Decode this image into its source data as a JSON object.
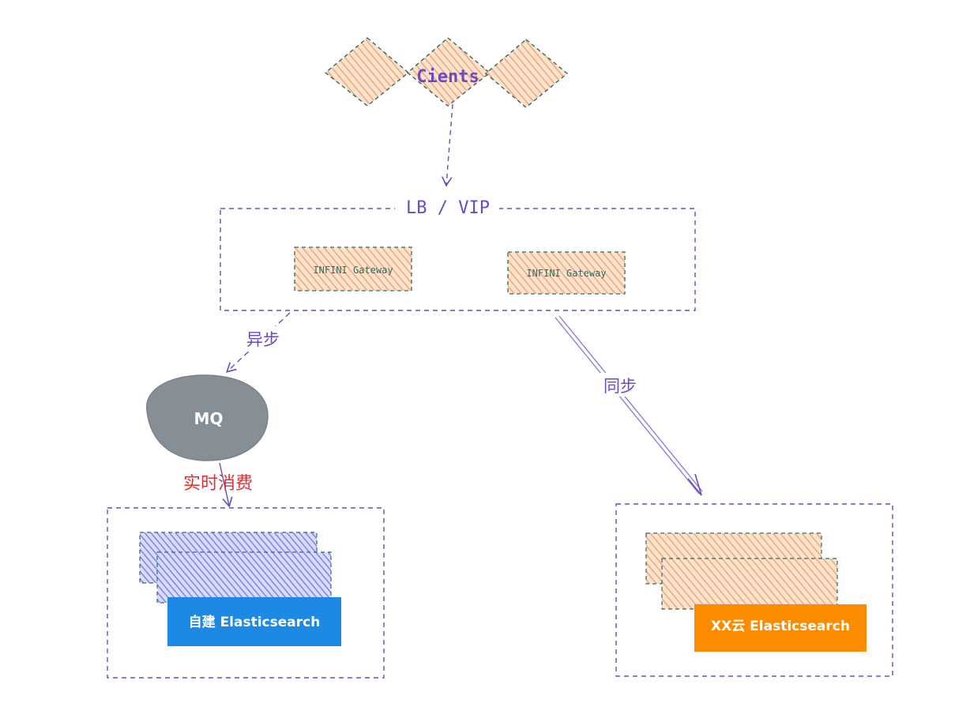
{
  "clients": {
    "label": "Cients"
  },
  "lb": {
    "label": "LB / VIP"
  },
  "gateways": [
    {
      "label": "INFINI Gateway"
    },
    {
      "label": "INFINI Gateway"
    }
  ],
  "edges": {
    "async_label": "异步",
    "sync_label": "同步",
    "consume_label": "实时消费"
  },
  "mq": {
    "label": "MQ"
  },
  "clusters": {
    "self_hosted": {
      "label": "自建 Elasticsearch"
    },
    "cloud": {
      "label": "XX云 Elasticsearch"
    }
  },
  "colors": {
    "purple": "#6a4bc4",
    "orange_fill": "#f5b88a",
    "teal_stroke": "#2e6b6b",
    "blue_fill": "#8891f0",
    "blue_badge": "#1e88e5",
    "orange_badge": "#fb8c00",
    "mq_gray": "#868e96",
    "red_text": "#e03131"
  }
}
